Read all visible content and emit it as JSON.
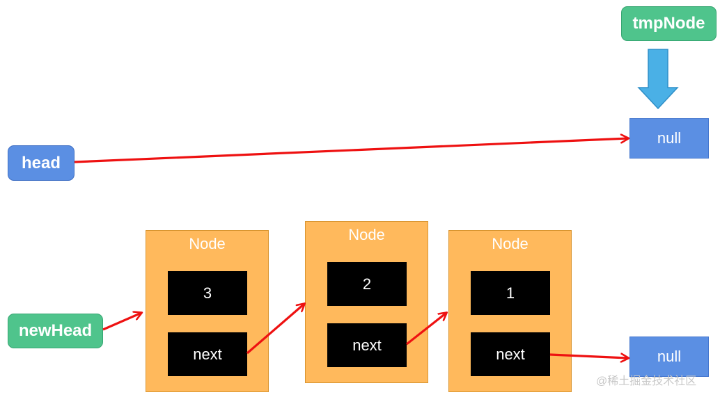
{
  "labels": {
    "head": "head",
    "tmp_node": "tmpNode",
    "new_head": "newHead"
  },
  "null_boxes": {
    "top": "null",
    "bottom": "null"
  },
  "nodes": [
    {
      "title": "Node",
      "value": "3",
      "next": "next"
    },
    {
      "title": "Node",
      "value": "2",
      "next": "next"
    },
    {
      "title": "Node",
      "value": "1",
      "next": "next"
    }
  ],
  "watermark": "@稀土掘金技术社区",
  "colors": {
    "pointer_arrow": "#ee1111",
    "down_arrow": "#4ab0e6",
    "null_box": "#5b8fe3",
    "node_box": "#ffb95c",
    "label_blue": "#5b8fe3",
    "label_green": "#4fc48c"
  }
}
